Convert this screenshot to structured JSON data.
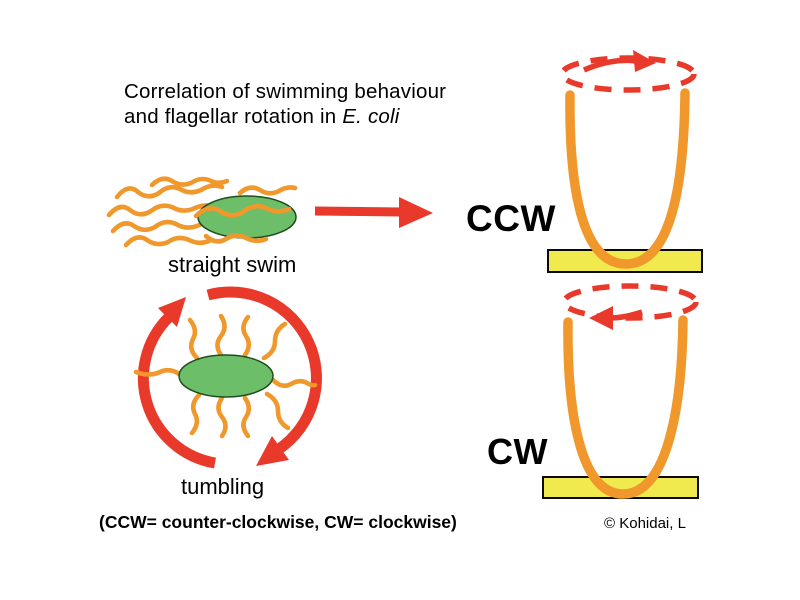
{
  "header": {
    "title_line1": "Correlation of swimming behaviour",
    "title_line2_prefix": "and flagellar rotation in ",
    "title_line2_species": "E. coli"
  },
  "labels": {
    "straight_swim": "straight swim",
    "tumbling": "tumbling",
    "ccw": "CCW",
    "cw": "CW"
  },
  "footer": {
    "caption": "(CCW= counter-clockwise, CW= clockwise)",
    "credit": "© Kohidai, L"
  },
  "diagram": {
    "straight_swim_rotation": "CCW",
    "tumbling_rotation": "CW",
    "ccw_rotation_arrow_direction": "right",
    "cw_rotation_arrow_direction": "left"
  },
  "colors": {
    "background": "#FFFFFF",
    "text": "#000000",
    "red": "#E8392B",
    "orange": "#F0982C",
    "green_fill": "#6DBE68",
    "green_border": "#1E4D1E",
    "yellow_fill": "#F0EA4E",
    "yellow_border": "#0A0A0A"
  }
}
